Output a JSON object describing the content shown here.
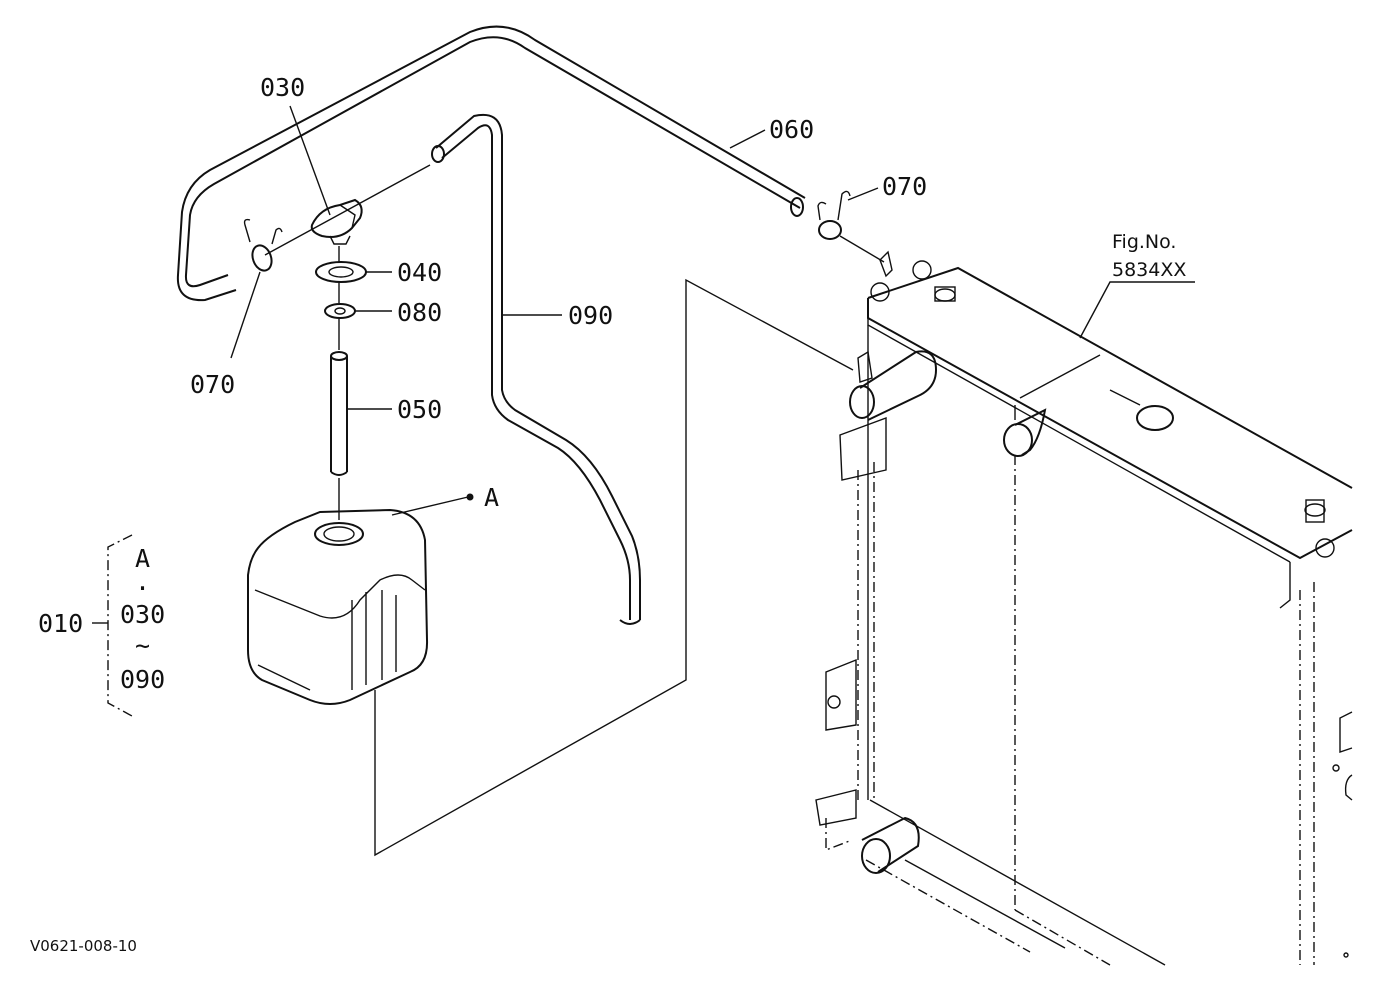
{
  "parts": {
    "p030": "030",
    "p060": "060",
    "p070_right": "070",
    "p070_left": "070",
    "p040": "040",
    "p080": "080",
    "p090": "090",
    "p050": "050",
    "pA": "A"
  },
  "figure_ref": {
    "line1": "Fig.No.",
    "line2": "5834XX"
  },
  "assembly": {
    "main": "010",
    "items": [
      "A",
      "·",
      "030",
      "~",
      "090"
    ]
  },
  "drawing_id": "V0621-008-10"
}
